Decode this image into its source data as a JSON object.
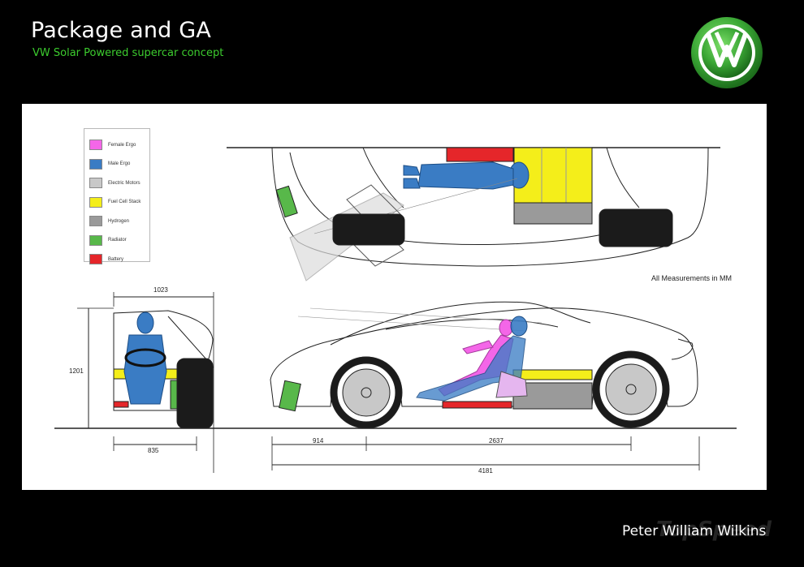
{
  "header": {
    "title": "Package and GA",
    "subtitle": "VW Solar Powered supercar concept",
    "subtitle_color": "#3ccc2e"
  },
  "logo": {
    "name": "vw-logo-icon",
    "ring_color": "#3aa635",
    "letters": "VW"
  },
  "legend": {
    "items": [
      {
        "label": "Female Ergo",
        "color": "#f466e8"
      },
      {
        "label": "Male Ergo",
        "color": "#3a7cc4"
      },
      {
        "label": "Electric Motors",
        "color": "#c8c8c8"
      },
      {
        "label": "Fuel Cell Stack",
        "color": "#f4ee1a"
      },
      {
        "label": "Hydrogen",
        "color": "#9a9a9a"
      },
      {
        "label": "Radiator",
        "color": "#58b84a"
      },
      {
        "label": "Battery",
        "color": "#e5262a"
      }
    ]
  },
  "note": "All Measurements in MM",
  "dimensions": {
    "front_width": "1023",
    "height": "1201",
    "track": "835",
    "front_overhang": "914",
    "wheelbase": "2637",
    "overall_length": "4181"
  },
  "author": "Peter William Wilkins",
  "watermark": "TopSpeed"
}
